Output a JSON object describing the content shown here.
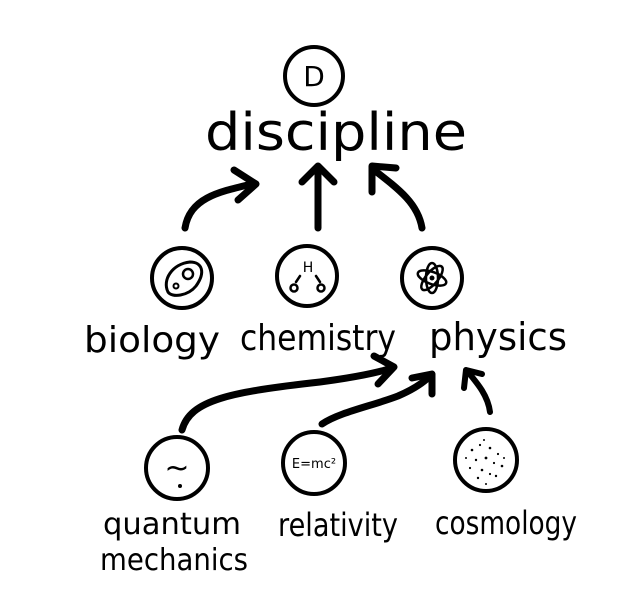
{
  "root": {
    "badge": "D",
    "label": "discipline"
  },
  "fields": [
    {
      "id": "biology",
      "label": "biology",
      "icon": "cell-icon"
    },
    {
      "id": "chemistry",
      "label": "chemistry",
      "icon": "molecule-icon"
    },
    {
      "id": "physics",
      "label": "physics",
      "icon": "atom-icon"
    }
  ],
  "subfields": [
    {
      "id": "quantum",
      "label_line1": "quantum",
      "label_line2": "mechanics",
      "icon": "wave-icon",
      "glyph": "~"
    },
    {
      "id": "relativity",
      "label": "relativity",
      "icon": "equation-icon",
      "glyph": "E=mc²"
    },
    {
      "id": "cosmology",
      "label": "cosmology",
      "icon": "stars-icon"
    }
  ],
  "molecule_glyph": "H"
}
